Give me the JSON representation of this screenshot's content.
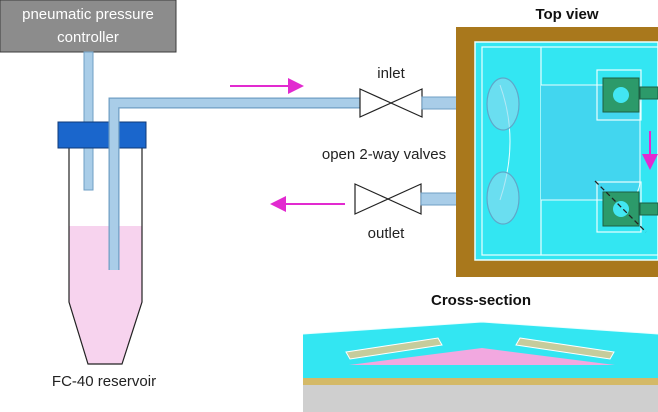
{
  "labels": {
    "controller_line1": "pneumatic pressure",
    "controller_line2": "controller",
    "inlet": "inlet",
    "outlet": "outlet",
    "valves": "open 2-way valves",
    "reservoir": "FC-40 reservoir",
    "top_view": "Top view",
    "cross_section": "Cross-section"
  },
  "colors": {
    "tube": "#a9cde8",
    "tube_edge": "#6f9fc4",
    "cap": "#1a66cc",
    "liquid": "#f7d3ee",
    "arrow": "#e22ad0",
    "frame": "#a9781c",
    "chamber": "#33e6f2",
    "chamber_edge": "#e9ffff",
    "pad": "#2c9a6a",
    "controller_box": "#8c8c8c",
    "base": "#cfcfcf",
    "gold": "#d4b967"
  }
}
